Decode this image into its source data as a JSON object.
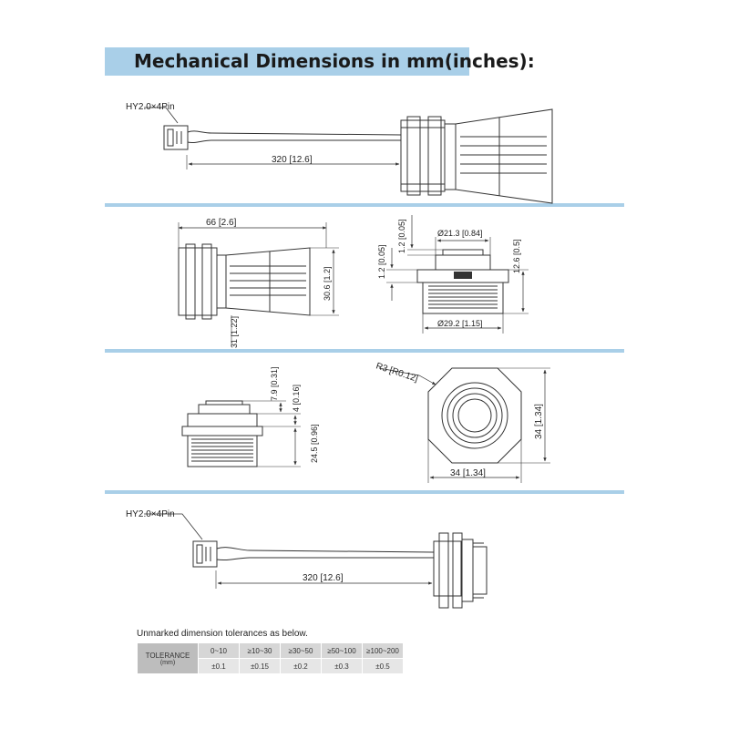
{
  "title": "Mechanical Dimensions in mm(inches):",
  "colors": {
    "band": "#a9cfe8",
    "line": "#333333"
  },
  "view1": {
    "connector_label": "HY2.0×4Pin",
    "cable_length": "320 [12.6]"
  },
  "view2": {
    "length": "66 [2.6]",
    "diameter": "30.6 [1.2]",
    "bottom": "31 [1.22]"
  },
  "view3": {
    "top_dia": "Ø21.3 [0.84]",
    "top_step": "1.2 [0.05]",
    "side_step": "1.2 [0.05]",
    "height": "12.6 [0.5]",
    "thread_dia": "Ø29.2 [1.15]"
  },
  "view4": {
    "d1": "7.9 [0.31]",
    "d2": "4 [0.16]",
    "d3": "24.5 [0.96]"
  },
  "view5": {
    "radius": "R3 [R0.12]",
    "height": "34 [1.34]",
    "width": "34 [1.34]"
  },
  "view6": {
    "connector_label": "HY2.0×4Pin",
    "cable_length": "320 [12.6]"
  },
  "tolerance": {
    "caption": "Unmarked dimension tolerances as below.",
    "header": "TOLERANCE",
    "unit": "(mm)",
    "ranges": [
      "0~10",
      "≥10~30",
      "≥30~50",
      "≥50~100",
      "≥100~200"
    ],
    "values": [
      "±0.1",
      "±0.15",
      "±0.2",
      "±0.3",
      "±0.5"
    ]
  }
}
